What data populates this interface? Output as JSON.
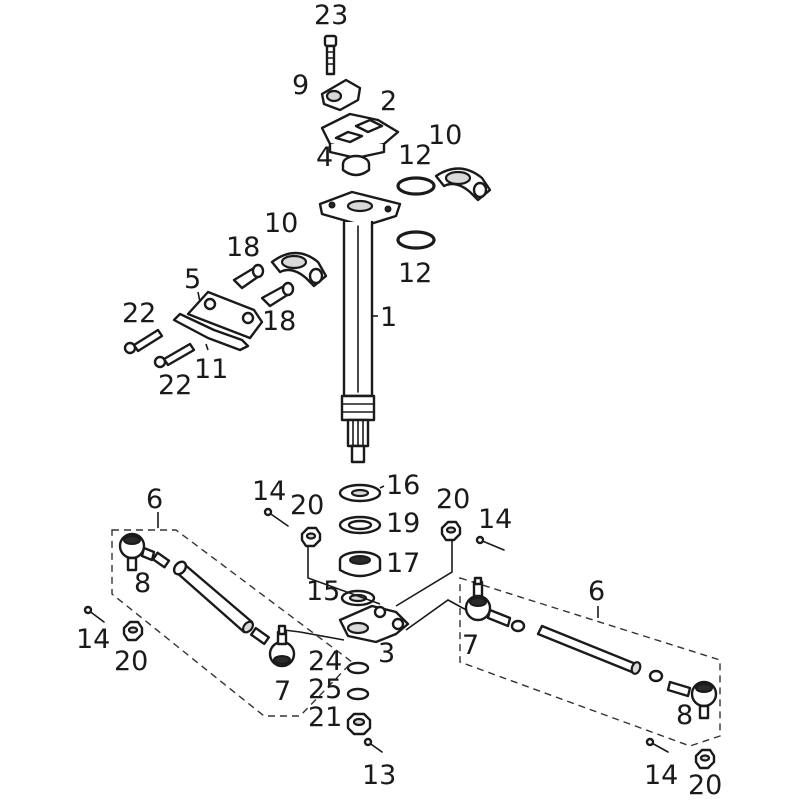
{
  "callouts": {
    "c23": "23",
    "c9": "9",
    "c2": "2",
    "c4": "4",
    "c12_top": "12",
    "c10_top": "10",
    "c10_mid": "10",
    "c12_mid": "12",
    "c18_top": "18",
    "c18_bot": "18",
    "c5": "5",
    "c22_top": "22",
    "c22_bot": "22",
    "c11": "11",
    "c1": "1",
    "c16": "16",
    "c19": "19",
    "c17": "17",
    "c15": "15",
    "c3": "3",
    "c24": "24",
    "c25": "25",
    "c21": "21",
    "c13": "13",
    "c14_left_top": "14",
    "c20_left_top": "20",
    "c20_right_top": "20",
    "c14_right_top": "14",
    "c6_left": "6",
    "c8_left": "8",
    "c14_left": "14",
    "c20_left": "20",
    "c7_left": "7",
    "c6_right": "6",
    "c7_right": "7",
    "c8_right": "8",
    "c14_right": "14",
    "c20_right": "20"
  }
}
